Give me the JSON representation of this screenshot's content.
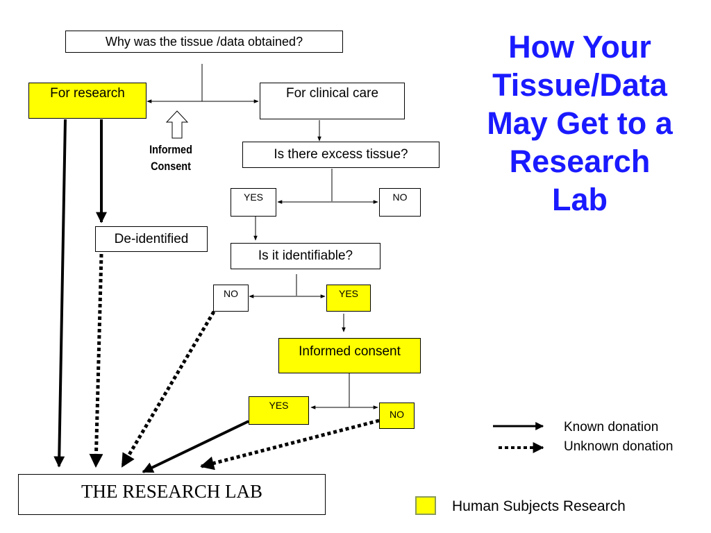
{
  "title": "How Your Tissue/Data May Get to a Research Lab",
  "nodes": {
    "why_obtained": "Why was the tissue /data obtained?",
    "for_research": "For research",
    "for_clinical_care": "For clinical care",
    "informed_consent_label": "Informed Consent",
    "excess_tissue": "Is there excess tissue?",
    "excess_yes": "YES",
    "excess_no": "NO",
    "de_identified": "De-identified",
    "identifiable": "Is it identifiable?",
    "identifiable_no": "NO",
    "identifiable_yes": "YES",
    "informed_consent": "Informed consent",
    "consent_yes": "YES",
    "consent_no": "NO",
    "research_lab": "THE RESEARCH LAB"
  },
  "legend": {
    "known": "Known donation",
    "unknown": "Unknown donation",
    "human_subjects": "Human Subjects Research"
  },
  "colors": {
    "highlight": "#ffff00",
    "title": "#1a1aff",
    "legend_swatch_border": "#8a9a5b"
  }
}
